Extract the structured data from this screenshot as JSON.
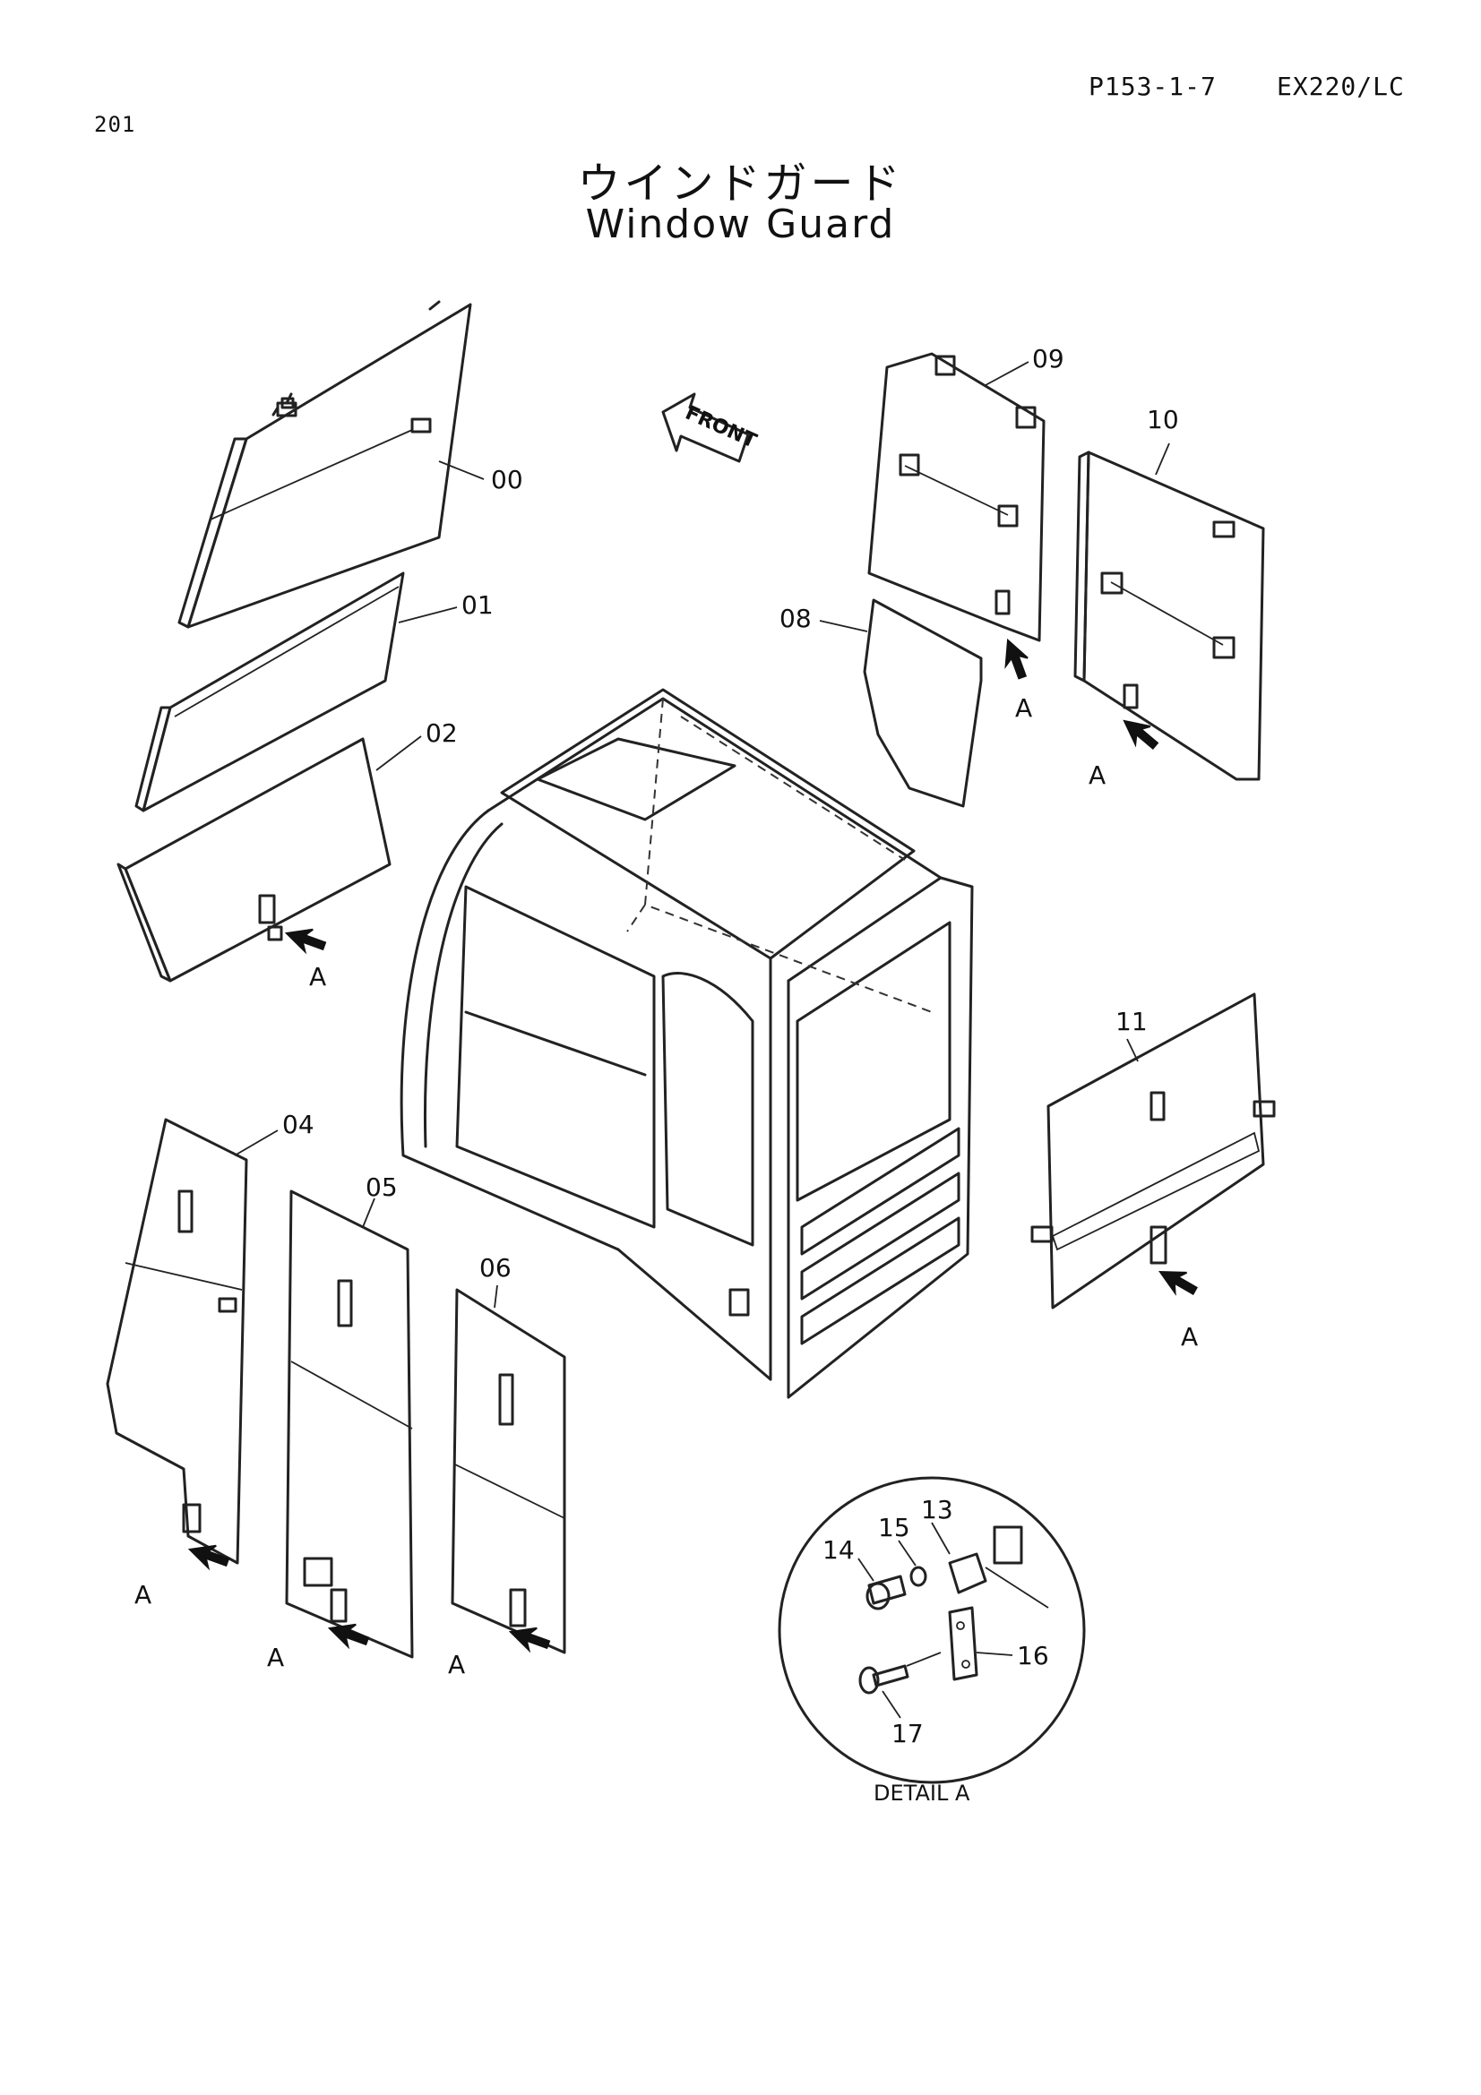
{
  "header": {
    "page_number": "201",
    "reference_code": "P153-1-7",
    "model": "EX220/LC"
  },
  "title": {
    "japanese": "ウインドガード",
    "english": "Window Guard"
  },
  "direction_label": "FRONT",
  "part_labels": {
    "p00": "00",
    "p01": "01",
    "p02": "02",
    "p04": "04",
    "p05": "05",
    "p06": "06",
    "p08": "08",
    "p09": "09",
    "p10": "10",
    "p11": "11",
    "p13": "13",
    "p14": "14",
    "p15": "15",
    "p16": "16",
    "p17": "17"
  },
  "detail_marker": "A",
  "detail_caption": "DETAIL A"
}
